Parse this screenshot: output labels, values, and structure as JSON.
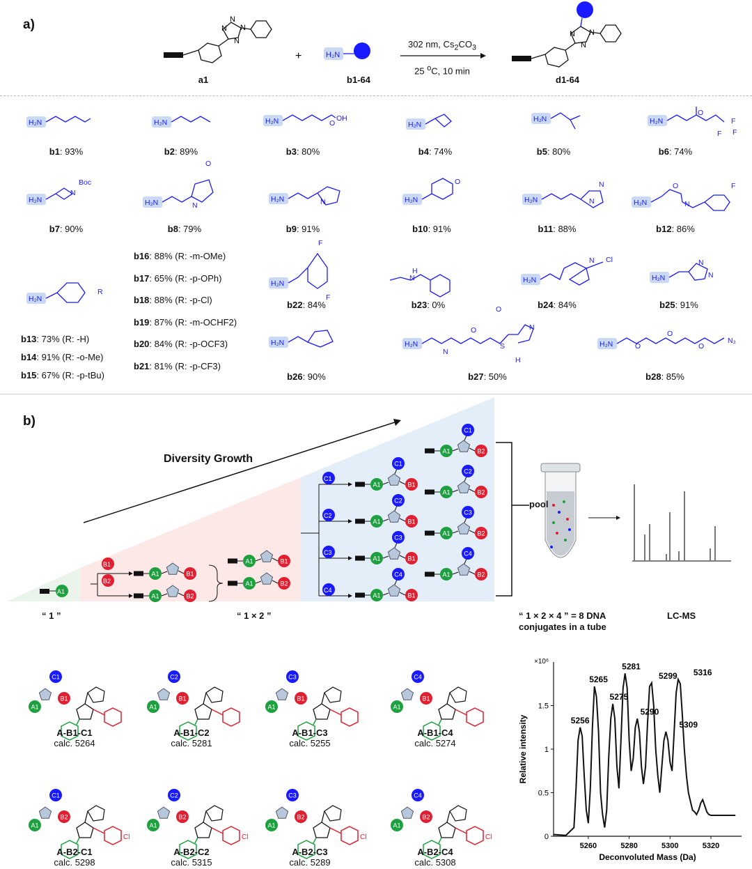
{
  "panel_a": {
    "label": "a)",
    "reactant_label": "a1",
    "amine_label": "b1-64",
    "product_label": "d1-64",
    "plus": "+",
    "conditions_top": "302 nm, Cs2CO3",
    "conditions_bottom": "25 oC, 10 min",
    "amines": [
      {
        "id": "b1",
        "yield": ": 93%"
      },
      {
        "id": "b2",
        "yield": ": 89%"
      },
      {
        "id": "b3",
        "yield": ": 80%"
      },
      {
        "id": "b4",
        "yield": ": 74%"
      },
      {
        "id": "b5",
        "yield": ": 80%"
      },
      {
        "id": "b6",
        "yield": ": 74%"
      },
      {
        "id": "b7",
        "yield": ": 90%"
      },
      {
        "id": "b8",
        "yield": ": 79%"
      },
      {
        "id": "b9",
        "yield": ": 91%"
      },
      {
        "id": "b10",
        "yield": ": 91%"
      },
      {
        "id": "b11",
        "yield": ": 88%"
      },
      {
        "id": "b12",
        "yield": ": 86%"
      },
      {
        "id": "b13",
        "yield": ": 73% (R: -H)"
      },
      {
        "id": "b14",
        "yield": ": 91% (R: -o-Me)"
      },
      {
        "id": "b15",
        "yield": ": 67% (R: -p-tBu)"
      },
      {
        "id": "b16",
        "yield": ": 88% (R: -m-OMe)"
      },
      {
        "id": "b17",
        "yield": ": 65% (R: -p-OPh)"
      },
      {
        "id": "b18",
        "yield": ": 88% (R: -p-Cl)"
      },
      {
        "id": "b19",
        "yield": ": 87% (R: -m-OCHF2)"
      },
      {
        "id": "b20",
        "yield": ": 84% (R: -p-OCF3)"
      },
      {
        "id": "b21",
        "yield": ": 81% (R: -p-CF3)"
      },
      {
        "id": "b22",
        "yield": ": 84%"
      },
      {
        "id": "b23",
        "yield": ": 0%"
      },
      {
        "id": "b24",
        "yield": ": 84%"
      },
      {
        "id": "b25",
        "yield": ": 91%"
      },
      {
        "id": "b26",
        "yield": ": 90%"
      },
      {
        "id": "b27",
        "yield": ": 50%"
      },
      {
        "id": "b28",
        "yield": ": 85%"
      }
    ],
    "h2n": "H2N"
  },
  "panel_b": {
    "label": "b)",
    "growth_label": "Diversity Growth",
    "stage1": "“ 1 ”",
    "stage2": "“ 1 × 2 ”",
    "stage3": "“ 1 × 2 × 4 ” = 8 DNA conjugates in a tube",
    "pool": "pool",
    "lcms": "LC-MS",
    "nodes": {
      "A1": "A1",
      "B1": "B1",
      "B2": "B2",
      "C1": "C1",
      "C2": "C2",
      "C3": "C3",
      "C4": "C4"
    },
    "products": [
      {
        "name": "A-B1-C1",
        "calc": "calc. 5264"
      },
      {
        "name": "A-B1-C2",
        "calc": "calc. 5281"
      },
      {
        "name": "A-B1-C3",
        "calc": "calc. 5255"
      },
      {
        "name": "A-B1-C4",
        "calc": "calc. 5274"
      },
      {
        "name": "A-B2-C1",
        "calc": "calc. 5298"
      },
      {
        "name": "A-B2-C2",
        "calc": "calc. 5315"
      },
      {
        "name": "A-B2-C3",
        "calc": "calc. 5289"
      },
      {
        "name": "A-B2-C4",
        "calc": "calc. 5308"
      }
    ]
  },
  "chart_data": {
    "type": "line",
    "xlabel": "Deconvoluted Mass (Da)",
    "ylabel": "Relative intensity",
    "y_multiplier": "×10⁶",
    "xlim": [
      5243,
      5335
    ],
    "ylim": [
      0,
      2
    ],
    "xticks": [
      5260,
      5280,
      5300,
      5320
    ],
    "yticks": [
      0,
      0.5,
      1,
      1.5
    ],
    "peak_labels": [
      {
        "x": 5256,
        "y": 1.25,
        "label": "5256"
      },
      {
        "x": 5265,
        "y": 1.72,
        "label": "5265"
      },
      {
        "x": 5275,
        "y": 1.52,
        "label": "5275"
      },
      {
        "x": 5281,
        "y": 1.87,
        "label": "5281"
      },
      {
        "x": 5290,
        "y": 1.35,
        "label": "5290"
      },
      {
        "x": 5299,
        "y": 1.76,
        "label": "5299"
      },
      {
        "x": 5309,
        "y": 1.2,
        "label": "5309"
      },
      {
        "x": 5316,
        "y": 1.8,
        "label": "5316"
      }
    ],
    "series": [
      {
        "x": [
          5243,
          5249,
          5253,
          5254,
          5255,
          5256,
          5257,
          5258,
          5259,
          5260,
          5261,
          5262,
          5263,
          5264,
          5265,
          5266,
          5267,
          5268,
          5269,
          5270,
          5271,
          5272,
          5273,
          5274,
          5275,
          5276,
          5277,
          5278,
          5279,
          5280,
          5281,
          5282,
          5283,
          5284,
          5285,
          5286,
          5287,
          5288,
          5289,
          5290,
          5291,
          5292,
          5293,
          5294,
          5295,
          5296,
          5297,
          5298,
          5299,
          5300,
          5301,
          5302,
          5303,
          5304,
          5305,
          5306,
          5307,
          5308,
          5309,
          5310,
          5311,
          5312,
          5313,
          5314,
          5315,
          5316,
          5317,
          5318,
          5319,
          5320,
          5321,
          5322,
          5323,
          5324,
          5325,
          5326,
          5327,
          5328,
          5329,
          5330,
          5331,
          5332
        ],
        "y": [
          0.02,
          0.01,
          0.1,
          0.55,
          1.1,
          1.25,
          1.15,
          0.7,
          0.3,
          0.15,
          0.55,
          1.25,
          1.72,
          1.6,
          1.2,
          0.5,
          0.25,
          0.1,
          0.3,
          0.9,
          1.35,
          1.52,
          1.35,
          0.8,
          0.55,
          1.1,
          1.7,
          1.87,
          1.7,
          1.1,
          0.75,
          0.9,
          1.25,
          1.35,
          1.2,
          0.8,
          0.6,
          0.8,
          1.3,
          1.72,
          1.76,
          1.5,
          1.0,
          0.7,
          0.5,
          0.8,
          1.1,
          1.2,
          1.1,
          0.85,
          0.75,
          1.2,
          1.65,
          1.8,
          1.75,
          1.4,
          1.0,
          0.7,
          0.5,
          0.4,
          0.3,
          0.28,
          0.25,
          0.3,
          0.38,
          0.42,
          0.35,
          0.28,
          0.25,
          0.24,
          0.24,
          0.24,
          0.24,
          0.24,
          0.24,
          0.24,
          0.24,
          0.24,
          0.24,
          0.24,
          0.24,
          0.24
        ]
      }
    ]
  }
}
